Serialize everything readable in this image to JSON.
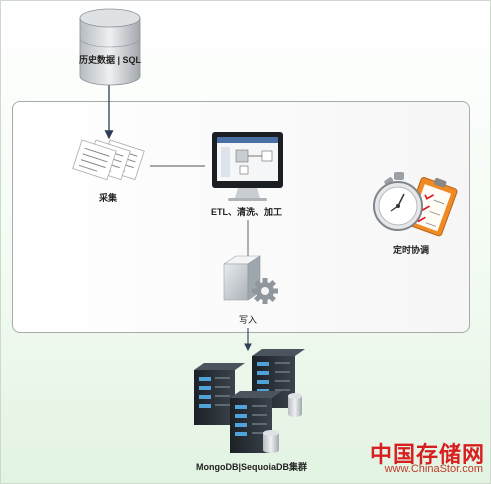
{
  "nodes": {
    "source_db": "历史数据 | SQL",
    "collect": "采集",
    "etl": "ETL、清洗、加工",
    "scheduler": "定时协调",
    "write": "写入",
    "cluster": "MongoDB|SequoiaDB集群"
  },
  "watermark": {
    "brand": "中国存储网",
    "url": "www.ChinaStor.com"
  },
  "colors": {
    "arrow": "#2f3f54",
    "db_body": "#9aa0a6",
    "panel_border": "#a9a9a9",
    "watermark": "#d81f1f"
  }
}
